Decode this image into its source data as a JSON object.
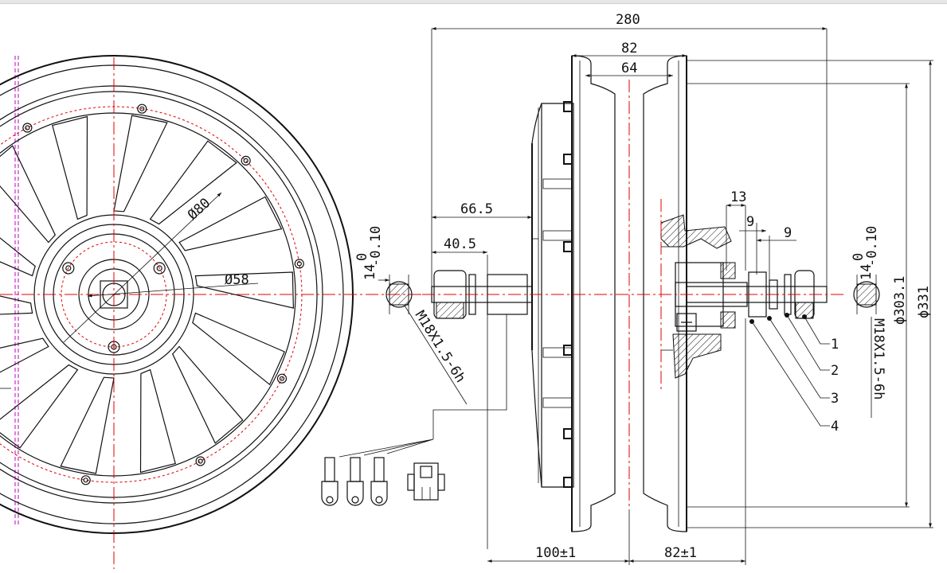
{
  "front_view": {
    "dia_inner": "Ø80",
    "dia_hub": "Ø58"
  },
  "axle_section_left": {
    "flat_tol_nominal": "14",
    "flat_tol_upper": "0",
    "flat_tol_lower": "-0.10",
    "thread": "M18X1.5-6h"
  },
  "axle_section_right": {
    "flat_tol_nominal": "14",
    "flat_tol_upper": "0",
    "flat_tol_lower": "-0.10",
    "thread": "M18X1.5-6h"
  },
  "side_view": {
    "dim_total_width": "280",
    "dim_rim_outer": "82",
    "dim_rim_inner": "64",
    "dim_axle_left_long": "66.5",
    "dim_axle_left_short": "40.5",
    "dim_axle_right_13": "13",
    "dim_axle_right_9a": "9",
    "dim_axle_right_9b": "9",
    "dia_outer": "ϕ331",
    "dia_rim": "ϕ303.1",
    "dim_bottom_left": "100±1",
    "dim_bottom_right": "82±1"
  },
  "callouts": [
    "1",
    "2",
    "3",
    "4"
  ]
}
